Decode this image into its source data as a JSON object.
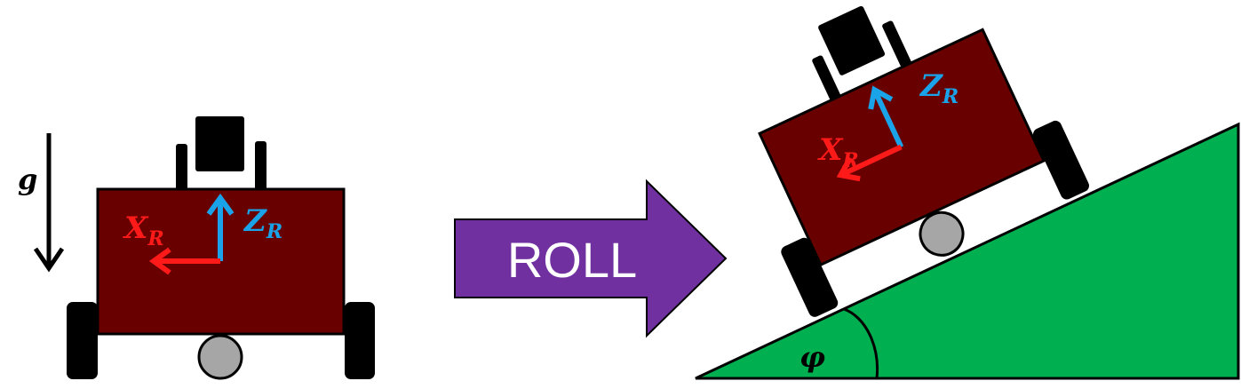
{
  "labels": {
    "gravity": "g",
    "x_axis_symbol": "X",
    "x_axis_subscript": "R",
    "z_axis_symbol": "Z",
    "z_axis_subscript": "R",
    "arrow_text": "ROLL",
    "angle": "φ"
  },
  "colors": {
    "robot_body": "#690000",
    "wheel": "#000000",
    "caster": "#a6a6a6",
    "x_axis": "#ff1a1a",
    "z_axis": "#1aa3e8",
    "roll_arrow": "#7030a0",
    "ramp": "#00b050"
  }
}
